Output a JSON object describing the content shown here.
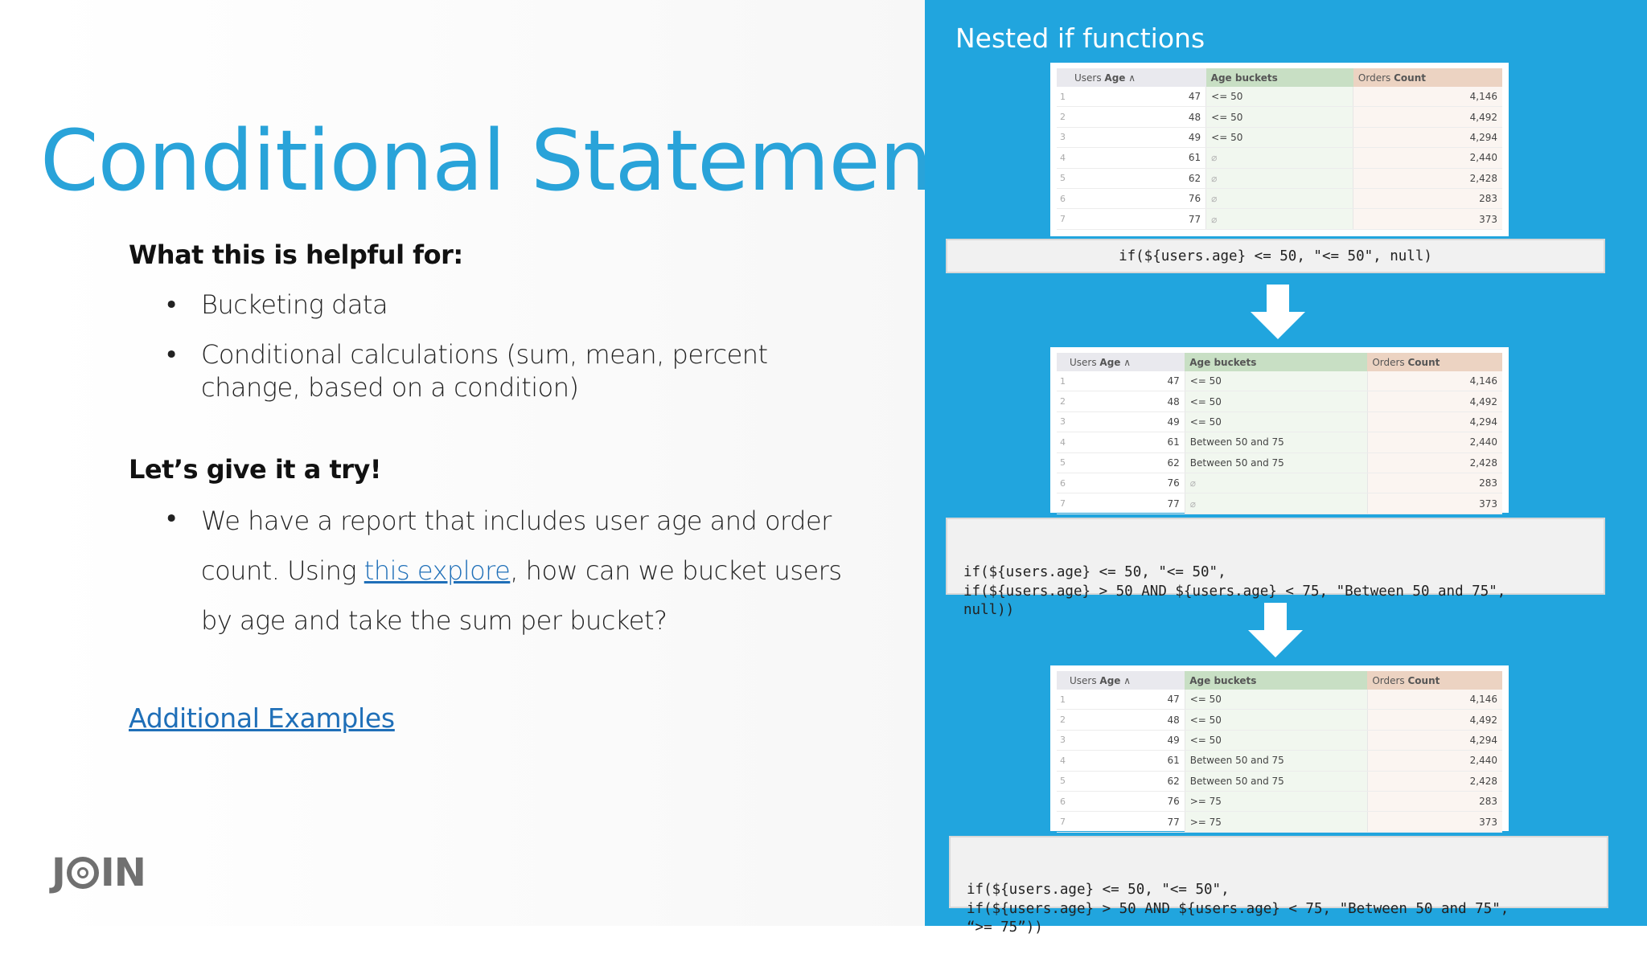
{
  "slide": {
    "title": "Conditional Statements",
    "helpful_heading": "What this is helpful for:",
    "helpful_items": [
      "Bucketing data",
      "Conditional calculations (sum, mean, percent",
      "change, based on a condition)"
    ],
    "try_heading": "Let’s give it a try!",
    "try_line1": "We have a report that includes user age and order",
    "try_line2_pre": "count. Using ",
    "try_link": "this explore",
    "try_line2_post": ", how can we bucket users",
    "try_line3": "by age and take the sum per bucket?",
    "additional_link": "Additional Examples",
    "logo": "JOIN",
    "bullet": "•"
  },
  "panel": {
    "title": "Nested if functions",
    "headers": {
      "age_a": "Users ",
      "age_b": "Age",
      "bucket": "Age buckets",
      "count_a": "Orders ",
      "count_b": "Count",
      "sort_icon": "∧"
    },
    "rows_nums": [
      "1",
      "2",
      "3",
      "4",
      "5",
      "6",
      "7"
    ],
    "ages": [
      "47",
      "48",
      "49",
      "61",
      "62",
      "76",
      "77"
    ],
    "counts": [
      "4,146",
      "4,492",
      "4,294",
      "2,440",
      "2,428",
      "283",
      "373"
    ],
    "table1_buckets": [
      "<= 50",
      "<= 50",
      "<= 50",
      "⌀",
      "⌀",
      "⌀",
      "⌀"
    ],
    "table2_buckets": [
      "<= 50",
      "<= 50",
      "<= 50",
      "Between 50 and 75",
      "Between 50 and 75",
      "⌀",
      "⌀"
    ],
    "table3_buckets": [
      "<= 50",
      "<= 50",
      "<= 50",
      "Between 50 and 75",
      "Between 50 and 75",
      ">= 75",
      ">= 75"
    ],
    "code1": "if(${users.age} <= 50, \"<= 50\", null)",
    "code2": [
      "if(${users.age} <= 50, \"<= 50\",",
      "if(${users.age} > 50 AND ${users.age} < 75, \"Between 50 and 75\",",
      "null))"
    ],
    "code3": [
      "if(${users.age} <= 50, \"<= 50\",",
      "if(${users.age} > 50 AND ${users.age} < 75, \"Between 50 and 75\",",
      "“>= 75”))"
    ]
  }
}
